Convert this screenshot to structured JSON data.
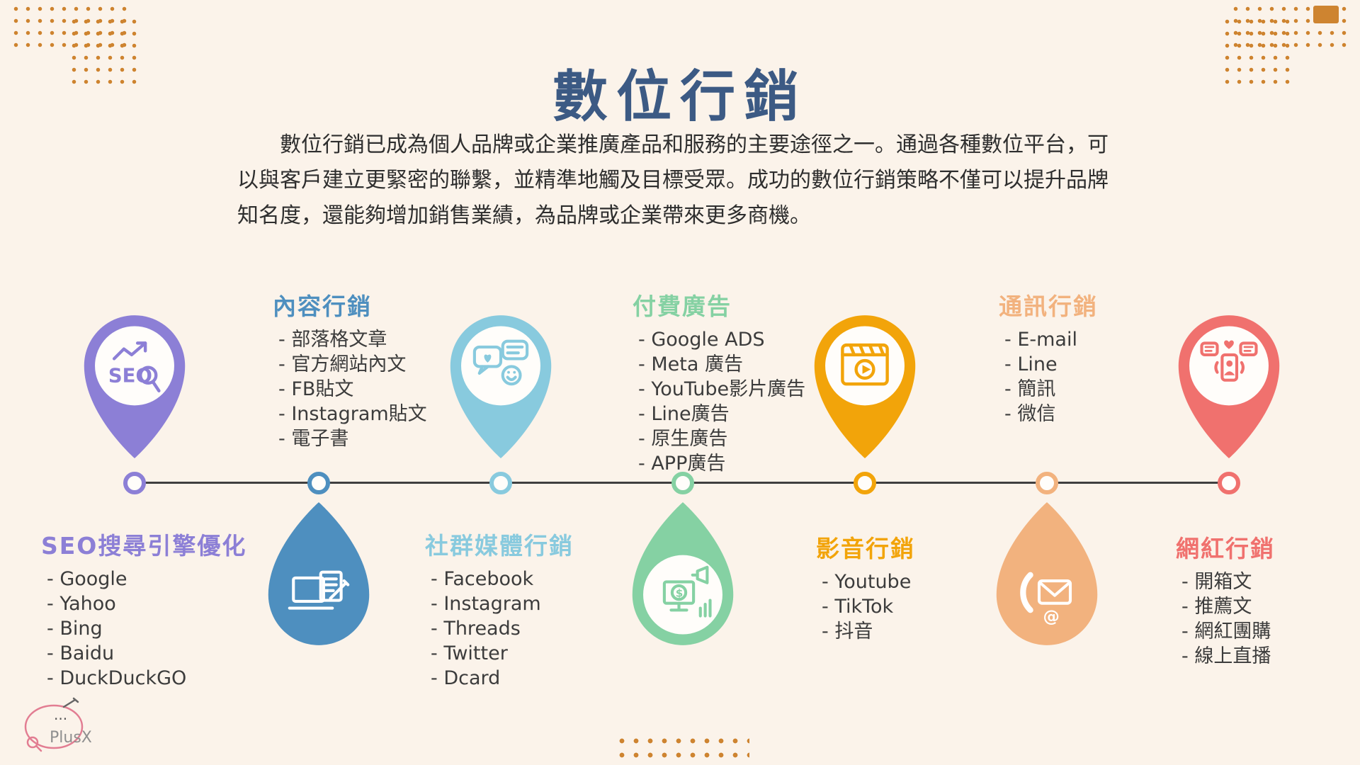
{
  "title": "數位行銷",
  "intro": "數位行銷已成為個人品牌或企業推廣產品和服務的主要途徑之一。通過各種數位平台，可以與客戶建立更緊密的聯繫，並精準地觸及目標受眾。成功的數位行銷策略不僅可以提升品牌知名度，還能夠增加銷售業績，為品牌或企業帶來更多商機。",
  "colors": {
    "background": "#FBF3EA",
    "title": "#3C5A84",
    "body_text": "#2E2E2E",
    "timeline_line": "#3F3F3F",
    "dots_decor": "#CE8430"
  },
  "timeline": {
    "line_color": "#3F3F3F",
    "nodes": [
      {
        "id": "seo",
        "heading": "SEO搜尋引擎優化",
        "color": "#8C7FD6",
        "icon": "seo-icon",
        "pin_position": "above",
        "label_position": "below",
        "items": [
          "- Google",
          "- Yahoo",
          "- Bing",
          "- Baidu",
          "- DuckDuckGO"
        ]
      },
      {
        "id": "content",
        "heading": "內容行銷",
        "color": "#4E8FBF",
        "icon": "content-marketing-icon",
        "pin_position": "below",
        "label_position": "above",
        "items": [
          "- 部落格文章",
          "- 官方網站內文",
          "- FB貼文",
          "- Instagram貼文",
          "- 電子書"
        ]
      },
      {
        "id": "social",
        "heading": "社群媒體行銷",
        "color": "#88CADE",
        "icon": "social-chat-icon",
        "pin_position": "above",
        "label_position": "below",
        "items": [
          "- Facebook",
          "- Instagram",
          "- Threads",
          "- Twitter",
          "- Dcard"
        ]
      },
      {
        "id": "paid-ads",
        "heading": "付費廣告",
        "color": "#85D1A3",
        "icon": "paid-ads-icon",
        "pin_position": "below",
        "label_position": "above",
        "items": [
          "- Google ADS",
          "- Meta 廣告",
          "- YouTube影片廣告",
          "- Line廣告",
          "- 原生廣告",
          "- APP廣告"
        ]
      },
      {
        "id": "video",
        "heading": "影音行銷",
        "color": "#F2A40A",
        "icon": "video-marketing-icon",
        "pin_position": "above",
        "label_position": "below",
        "items": [
          "- Youtube",
          "- TikTok",
          "- 抖音"
        ]
      },
      {
        "id": "messaging",
        "heading": "通訊行銷",
        "color": "#F2B27E",
        "icon": "messaging-icon",
        "pin_position": "below",
        "label_position": "above",
        "items": [
          "- E-mail",
          "- Line",
          "- 簡訊",
          "- 微信"
        ]
      },
      {
        "id": "influencer",
        "heading": "網紅行銷",
        "color": "#F0716E",
        "icon": "influencer-icon",
        "pin_position": "above",
        "label_position": "below",
        "items": [
          "- 開箱文",
          "- 推薦文",
          "- 網紅團購",
          "- 線上直播"
        ]
      }
    ]
  },
  "logo": {
    "text": "PlusX",
    "dots": "..."
  }
}
